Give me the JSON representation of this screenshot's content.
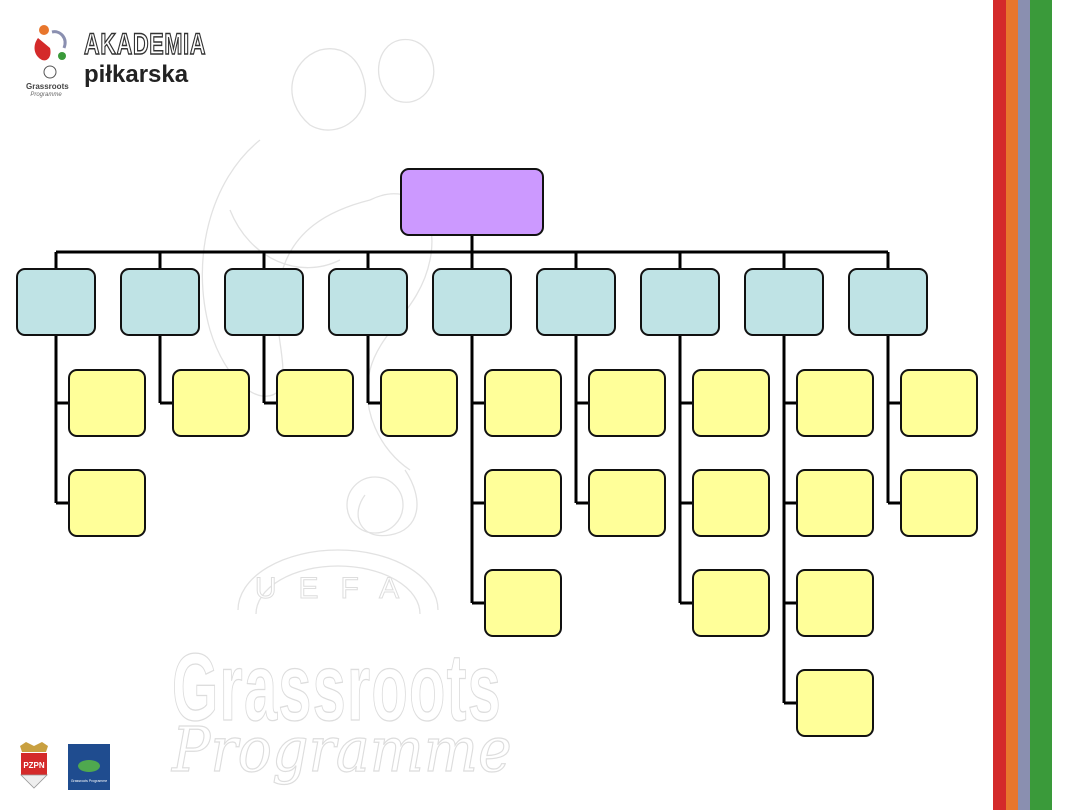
{
  "branding": {
    "logo_title": "AKADEMIA",
    "logo_subtitle": "piłkarska",
    "logo_badge": "Grassroots",
    "logo_badge_sub": "Programme"
  },
  "watermark": {
    "arc": "UEFA",
    "line1": "Grassroots",
    "line2": "Programme"
  },
  "footer_logos": {
    "left_badge": "PZPN",
    "right_badge": "Grassroots Programme"
  },
  "stripes": [
    "#d42a2a",
    "#e8762d",
    "#8a8fb0",
    "#3a9a3a"
  ],
  "colors": {
    "root": "#cc99ff",
    "level1": "#bfe3e5",
    "level2": "#ffff99",
    "connector": "#000000"
  },
  "org_chart": {
    "root": "",
    "branches": [
      {
        "label": "",
        "children": [
          "",
          ""
        ]
      },
      {
        "label": "",
        "children": [
          ""
        ]
      },
      {
        "label": "",
        "children": [
          ""
        ]
      },
      {
        "label": "",
        "children": [
          ""
        ]
      },
      {
        "label": "",
        "children": [
          "",
          "",
          ""
        ]
      },
      {
        "label": "",
        "children": [
          "",
          ""
        ]
      },
      {
        "label": "",
        "children": [
          "",
          "",
          ""
        ]
      },
      {
        "label": "",
        "children": [
          "",
          "",
          "",
          ""
        ]
      },
      {
        "label": "",
        "children": [
          "",
          ""
        ]
      }
    ]
  }
}
